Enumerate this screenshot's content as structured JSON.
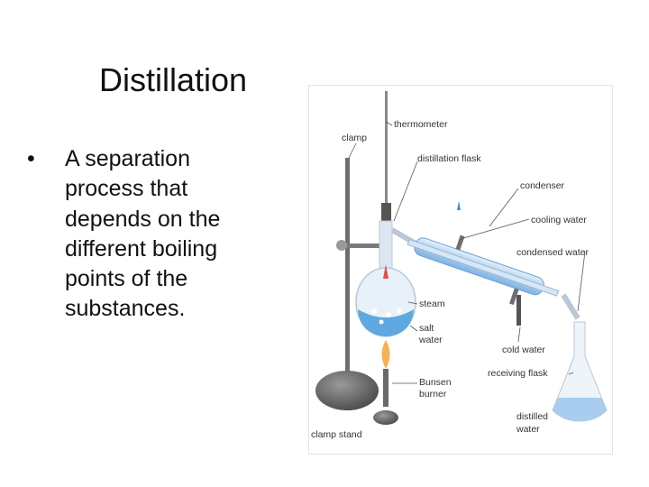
{
  "slide": {
    "title": "Distillation",
    "bullet_symbol": "•",
    "bullet_text": "A separation process that depends on the different boiling points of the substances."
  },
  "diagram": {
    "labels": {
      "thermometer": "thermometer",
      "clamp": "clamp",
      "distillation_flask": "distillation flask",
      "condenser": "condenser",
      "cooling_water": "cooling water",
      "condensed_water": "condensed water",
      "steam": "steam",
      "salt": "salt",
      "water": "water",
      "cold_water": "cold water",
      "receiving_flask": "receiving flask",
      "bunsen": "Bunsen",
      "burner": "burner",
      "distilled": "distilled",
      "distilled_water": "water",
      "clamp_stand": "clamp stand"
    },
    "colors": {
      "glass": "#c9d6e3",
      "liquid": "#5fa8e0",
      "metal": "#7a7a7a",
      "flame": "#f2a33a",
      "tube_blue": "#a9cdee"
    }
  }
}
